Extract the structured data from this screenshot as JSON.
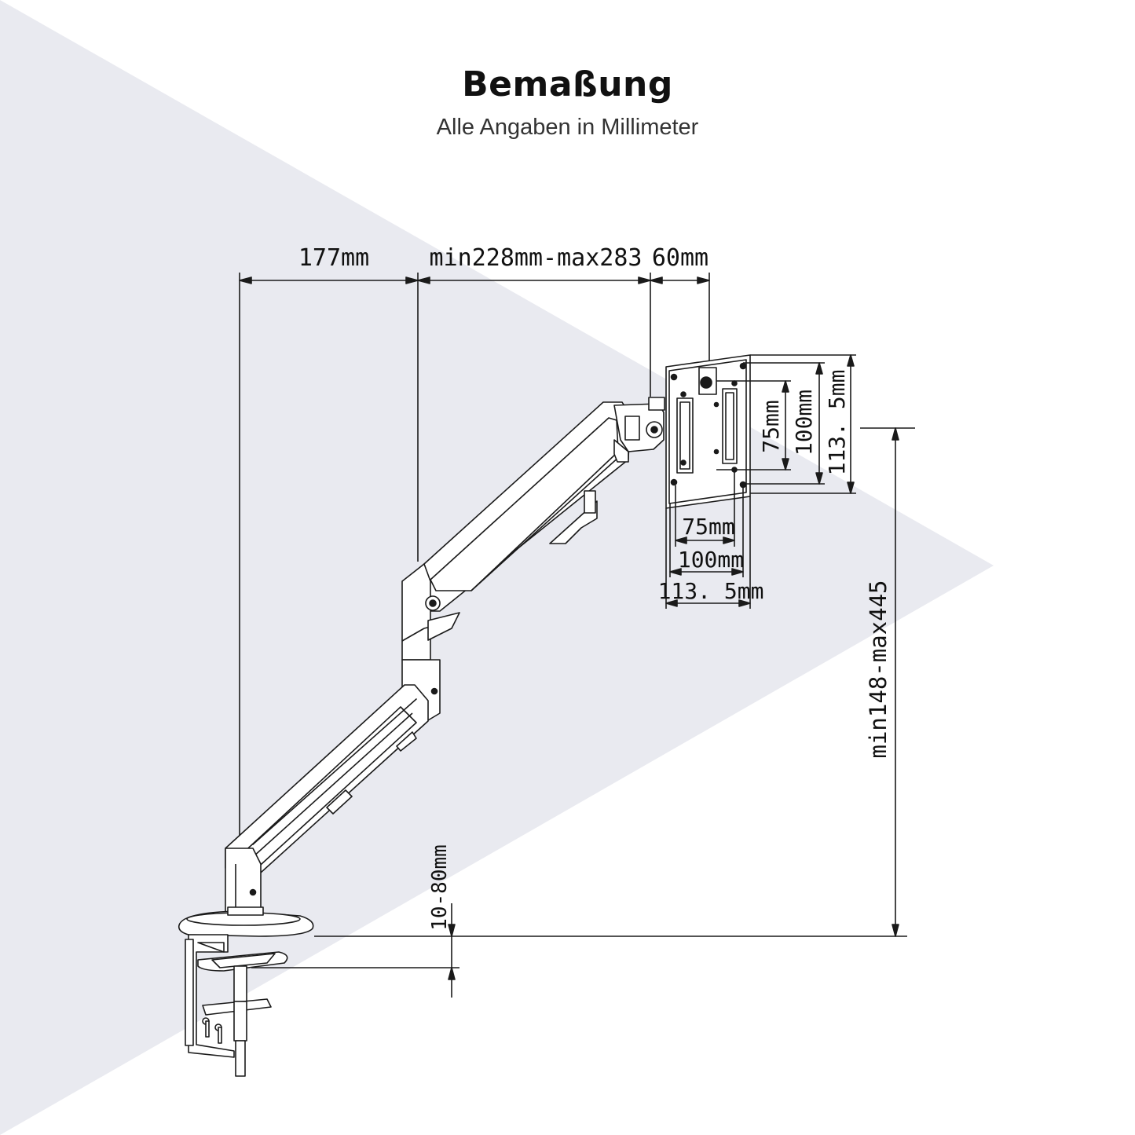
{
  "header": {
    "title": "Bemaßung",
    "subtitle": "Alle Angaben in Millimeter"
  },
  "dimensions": {
    "arm_base_width": "177mm",
    "arm_reach": "min228mm-max283",
    "head_depth": "60mm",
    "vesa_v_75": "75mm",
    "vesa_v_100": "100mm",
    "vesa_v_113": "113. 5mm",
    "vesa_h_75": "75mm",
    "vesa_h_100": "100mm",
    "vesa_h_113": "113. 5mm",
    "height_range": "min148-max445",
    "clamp_thickness": "10-80mm"
  },
  "colors": {
    "background_triangle": "#e9eaf0",
    "line": "#1a1a1a"
  }
}
